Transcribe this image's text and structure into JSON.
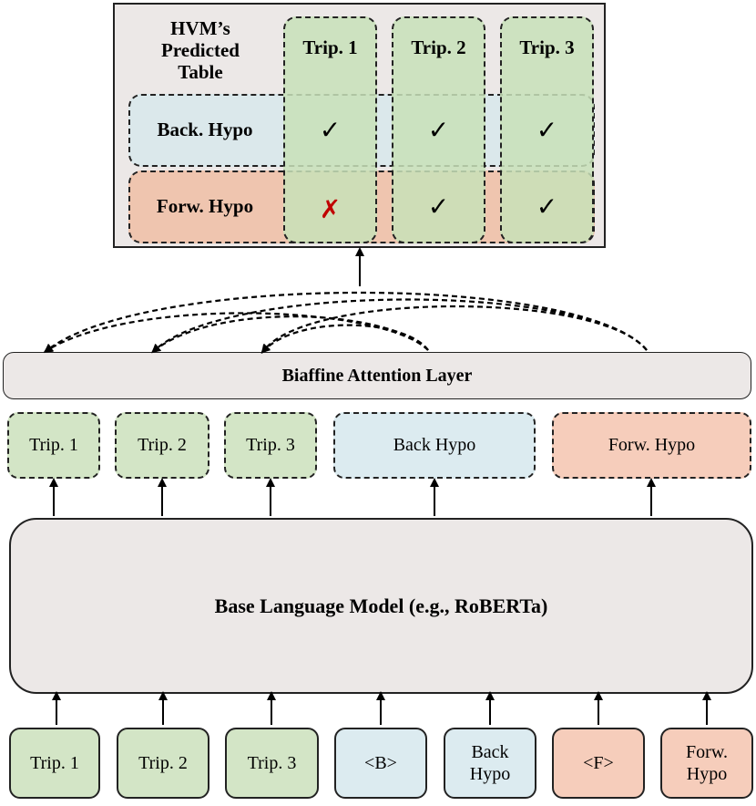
{
  "predicted_table": {
    "title": "HVM’s\nPredicted\nTable",
    "columns": [
      "Trip. 1",
      "Trip. 2",
      "Trip. 3"
    ],
    "rows": [
      {
        "label": "Back. Hypo",
        "marks": [
          "✓",
          "✓",
          "✓"
        ]
      },
      {
        "label": "Forw. Hypo",
        "marks": [
          "✗",
          "✓",
          "✓"
        ]
      }
    ]
  },
  "biaffine_layer": {
    "label": "Biaffine Attention Layer"
  },
  "encoded_tokens": [
    "Trip. 1",
    "Trip. 2",
    "Trip. 3",
    "Back Hypo",
    "Forw. Hypo"
  ],
  "base_model": {
    "label": "Base Language Model (e.g., RoBERTa)"
  },
  "input_tokens": [
    "Trip. 1",
    "Trip. 2",
    "Trip. 3",
    "<B>",
    "Back\nHypo",
    "<F>",
    "Forw.\nHypo"
  ],
  "colors": {
    "green": "#D3E5C6",
    "blue": "#DCEBF0",
    "salmon": "#F6CDBB",
    "grey": "#ECE8E7",
    "cross": "#C00000"
  }
}
